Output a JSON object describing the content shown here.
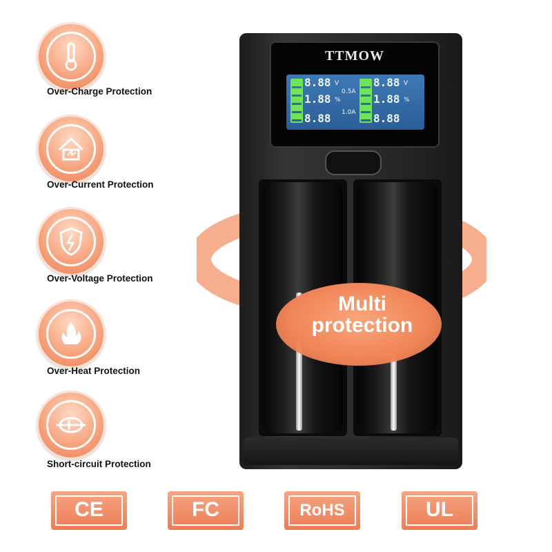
{
  "features": [
    {
      "label": "Over-Charge Protection",
      "icon": "thermometer-icon"
    },
    {
      "label": "Over-Current Protection",
      "icon": "house-current-icon"
    },
    {
      "label": "Over-Voltage Protection",
      "icon": "shield-bolt-icon"
    },
    {
      "label": "Over-Heat Protection",
      "icon": "flame-icon"
    },
    {
      "label": "Short-circuit Protection",
      "icon": "short-circuit-icon"
    }
  ],
  "charger": {
    "brand": "TTMOW",
    "display": {
      "left": {
        "voltage": "8.88",
        "unit_v": "V",
        "percent": "1.88",
        "unit_pct": "%",
        "time": "8.88",
        "current": "0.5A"
      },
      "right": {
        "voltage": "8.88",
        "unit_v": "V",
        "percent": "1.88",
        "unit_pct": "%",
        "time": "8.88",
        "current": "1.0A"
      }
    }
  },
  "callout": {
    "line1": "Multi",
    "line2": "protection"
  },
  "certifications": [
    "CE",
    "FC",
    "RoHS",
    "UL"
  ],
  "colors": {
    "accent": "#f08456",
    "charger_body": "#2a2a2a",
    "lcd": "#2b5e97"
  }
}
